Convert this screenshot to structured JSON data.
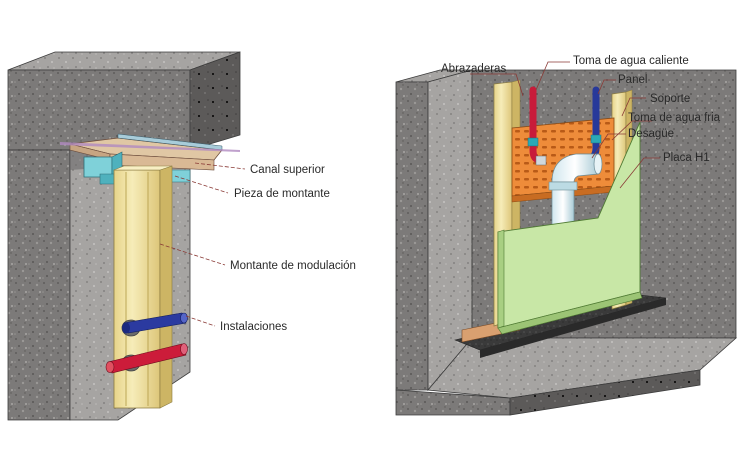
{
  "left_diagram": {
    "labels": {
      "canal_superior": "Canal superior",
      "pieza_de_montante": "Pieza de montante",
      "montante_de_modulacion": "Montante de modulación",
      "instalaciones": "Instalaciones"
    }
  },
  "right_diagram": {
    "labels": {
      "abrazaderas": "Abrazaderas",
      "toma_agua_caliente": "Toma de agua caliente",
      "panel": "Panel",
      "soporte": "Soporte",
      "toma_agua_fria": "Toma de agua fria",
      "desague": "Desagüe",
      "placa_h1": "Placa H1"
    }
  },
  "colors": {
    "concrete": "#7c7a79",
    "concrete_light": "#a9a7a5",
    "stud": "#f2e6a8",
    "channel": "#8fd6dc",
    "panel_orange": "#ee8c3a",
    "board_green": "#c8e7a6",
    "hot_pipe": "#c81b3a",
    "cold_pipe": "#27399a"
  }
}
